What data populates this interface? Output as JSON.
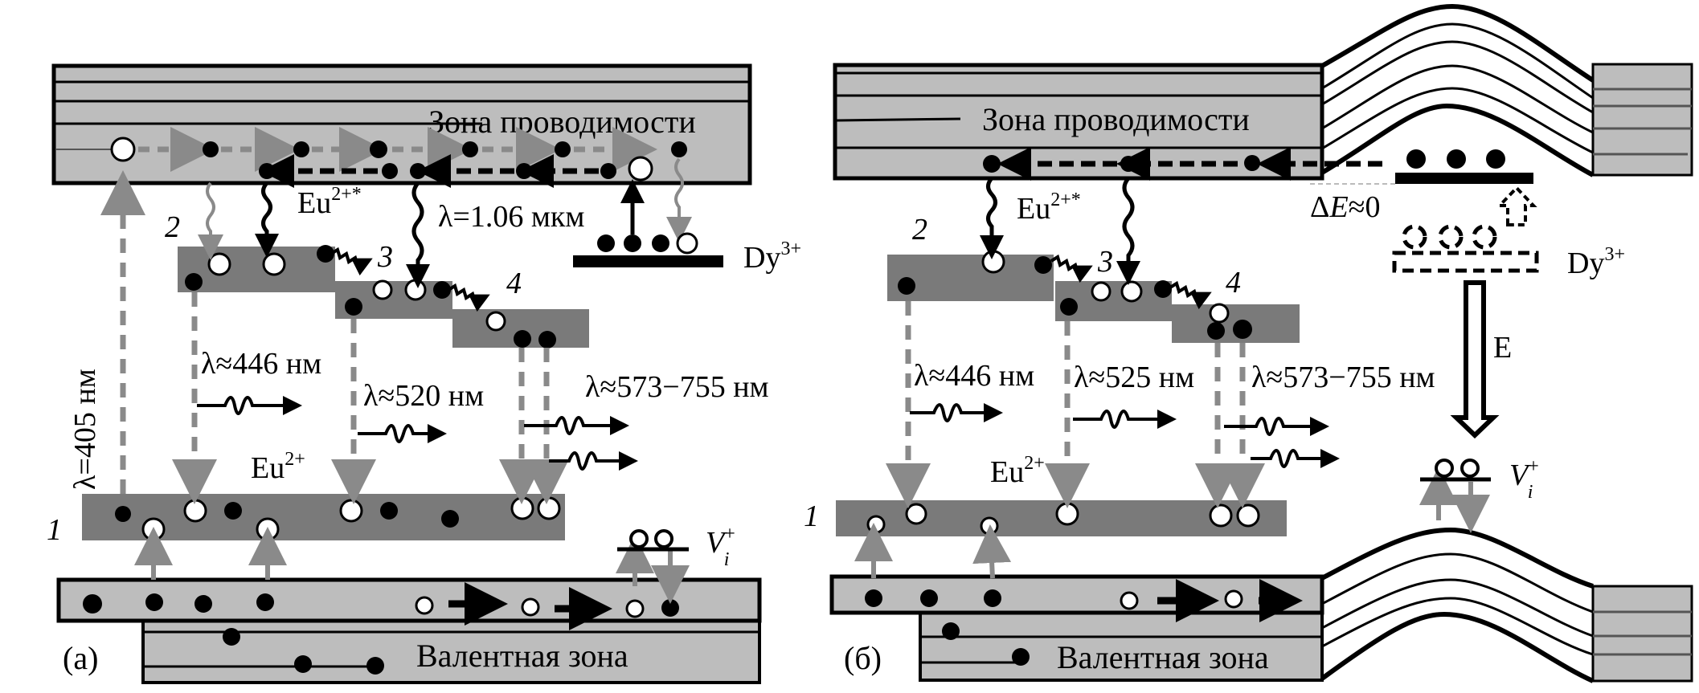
{
  "colors": {
    "band_fill": "#bdbdbd",
    "trap_fill": "#7a7a7a",
    "gray_arrow": "#8a8a8a",
    "black": "#000000",
    "hole_fill": "#ffffff",
    "background": "#ffffff"
  },
  "panels": [
    {
      "id": "a",
      "panel_label": "(a)",
      "conduction_band_label": "Зона проводимости",
      "valence_band_label": "Валентная зона",
      "excitation_label": "λ=405 нм",
      "ir_label": "λ=1.06 мкм",
      "level_labels": [
        "1",
        "2",
        "3",
        "4"
      ],
      "eu_excited_label": {
        "base": "Eu",
        "sup": "2+*"
      },
      "eu_ground_label": {
        "base": "Eu",
        "sup": "2+"
      },
      "dy_label": {
        "base": "Dy",
        "sup": "3+"
      },
      "vacancy_label": {
        "base": "V",
        "sup": "+",
        "sub": "i"
      },
      "emission_labels": [
        "λ≈446 нм",
        "λ≈520 нм",
        "λ≈573−755 нм"
      ]
    },
    {
      "id": "b",
      "panel_label": "(б)",
      "conduction_band_label": "Зона проводимости",
      "valence_band_label": "Валентная зона",
      "level_labels": [
        "1",
        "2",
        "3",
        "4"
      ],
      "eu_excited_label": {
        "base": "Eu",
        "sup": "2+*"
      },
      "eu_ground_label": {
        "base": "Eu",
        "sup": "2+"
      },
      "dy_label": {
        "base": "Dy",
        "sup": "3+"
      },
      "vacancy_label": {
        "base": "V",
        "sup": "+",
        "sub": "i"
      },
      "delta_e_label": {
        "delta": "Δ",
        "var": "E",
        "rest": "≈0"
      },
      "field_label": "E",
      "emission_labels": [
        "λ≈446 нм",
        "λ≈525 нм",
        "λ≈573−755 нм"
      ]
    }
  ]
}
